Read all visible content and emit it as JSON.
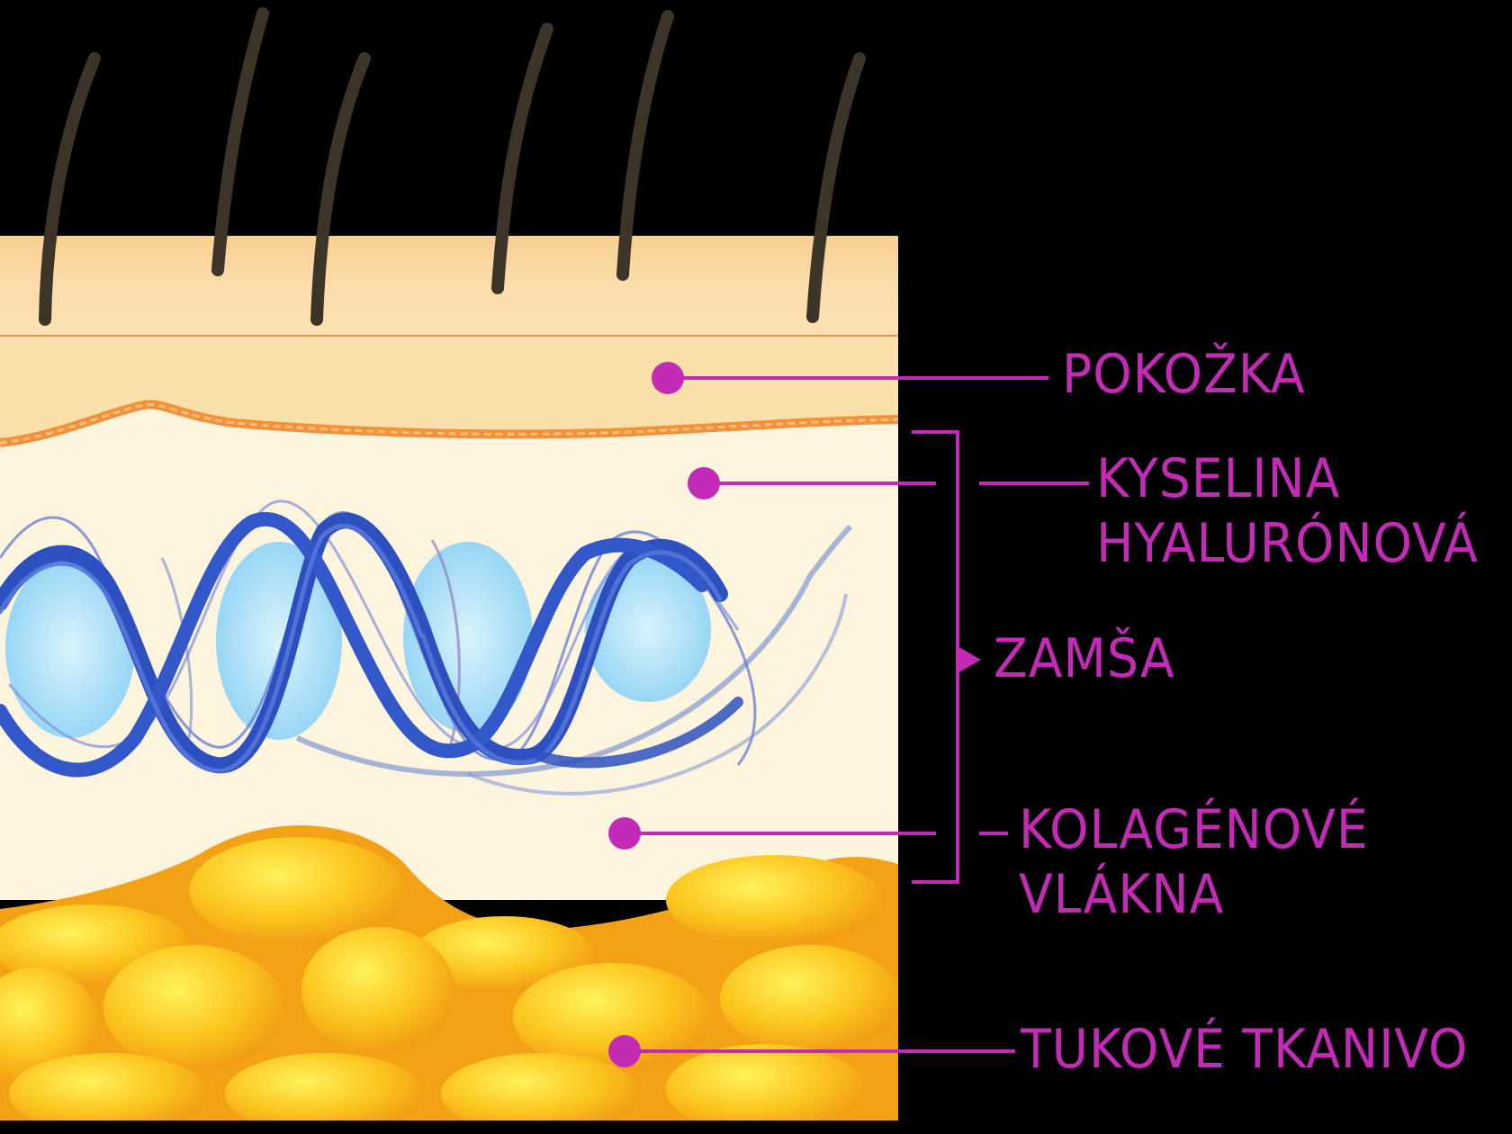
{
  "labels": {
    "epidermis": "POKOŽKA",
    "hyaluronic_line1": "KYSELINA",
    "hyaluronic_line2": "HYALURÓNOVÁ",
    "dermis": "ZAMŠA",
    "collagen_line1": "KOLAGÉNOVÉ",
    "collagen_line2": "VLÁKNA",
    "fat": "TUKOVÉ TKANIVO"
  },
  "colors": {
    "background": "#000000",
    "label_magenta": "#c32bb7",
    "epidermis": "#fad9a1",
    "dermis": "#fdf3dd",
    "fat": "#f6b31a",
    "collagen_blue": "#2f55c4",
    "hair": "#3d3428"
  }
}
